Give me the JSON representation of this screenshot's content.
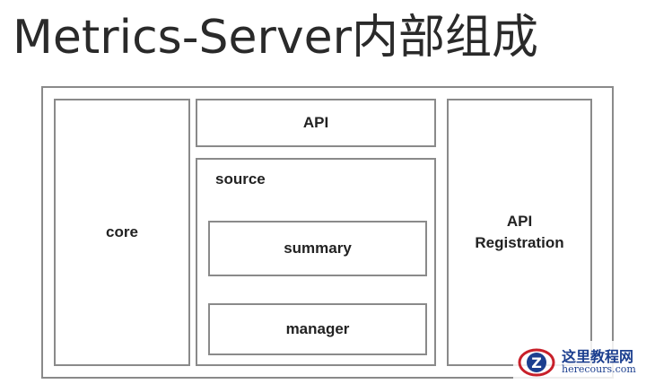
{
  "title": "Metrics-Server内部组成",
  "diagram": {
    "core_label": "core",
    "api_label": "API",
    "source_label": "source",
    "summary_label": "summary",
    "manager_label": "manager",
    "api_registration_label": "API\nRegistration"
  },
  "watermark": {
    "site_name": "这里教程网",
    "url": "herecours.com",
    "logo_letter": "Z",
    "colors": {
      "primary": "#1c3f8f",
      "accent": "#c8202a"
    }
  }
}
